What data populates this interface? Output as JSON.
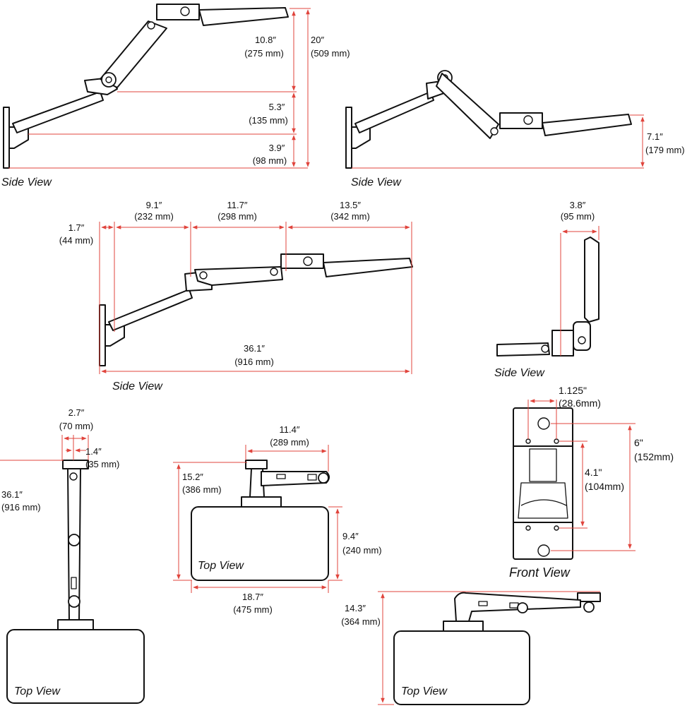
{
  "views": {
    "side1": "Side View",
    "side2": "Side View",
    "side3": "Side View",
    "side4": "Side View",
    "top1": "Top View",
    "top2": "Top View",
    "top3": "Top View",
    "front": "Front View"
  },
  "dims": {
    "s1_a_in": "10.8″",
    "s1_a_mm": "(275 mm)",
    "s1_total_in": "20″",
    "s1_total_mm": "(509 mm)",
    "s1_b_in": "5.3″",
    "s1_b_mm": "(135 mm)",
    "s1_c_in": "3.9″",
    "s1_c_mm": "(98 mm)",
    "s2_h_in": "7.1″",
    "s2_h_mm": "(179 mm)",
    "s3_a_in": "1.7″",
    "s3_a_mm": "(44 mm)",
    "s3_b_in": "9.1″",
    "s3_b_mm": "(232 mm)",
    "s3_c_in": "11.7″",
    "s3_c_mm": "(298 mm)",
    "s3_d_in": "13.5″",
    "s3_d_mm": "(342 mm)",
    "s3_total_in": "36.1″",
    "s3_total_mm": "(916 mm)",
    "s4_w_in": "3.8″",
    "s4_w_mm": "(95 mm)",
    "t1_a_in": "2.7″",
    "t1_a_mm": "(70 mm)",
    "t1_b_in": "1.4″",
    "t1_b_mm": "(35 mm)",
    "t1_h_in": "36.1″",
    "t1_h_mm": "(916 mm)",
    "t2_w_in": "11.4″",
    "t2_w_mm": "(289 mm)",
    "t2_h_in": "15.2″",
    "t2_h_mm": "(386 mm)",
    "t2_d_in": "9.4″",
    "t2_d_mm": "(240 mm)",
    "t2_b_in": "18.7″",
    "t2_b_mm": "(475 mm)",
    "t3_h_in": "14.3″",
    "t3_h_mm": "(364 mm)",
    "f_w_in": "1.125\"",
    "f_w_mm": "(28.6mm)",
    "f_h_in": "6\"",
    "f_h_mm": "(152mm)",
    "f_s_in": "4.1\"",
    "f_s_mm": "(104mm)"
  },
  "colors": {
    "dimension_line": "#e0443c",
    "outline": "#111111"
  }
}
